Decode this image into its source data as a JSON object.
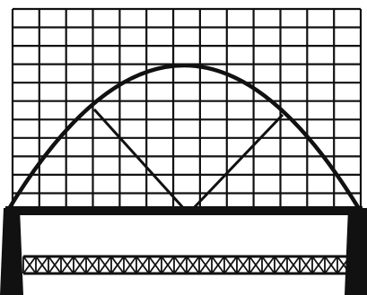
{
  "figure": {
    "subject": "arch-bridge-sketch",
    "ink_color": "#111111",
    "paper_color": "#ffffff",
    "grid": {
      "columns": 13,
      "rows": 11
    },
    "truss": {
      "panels": 26
    }
  }
}
